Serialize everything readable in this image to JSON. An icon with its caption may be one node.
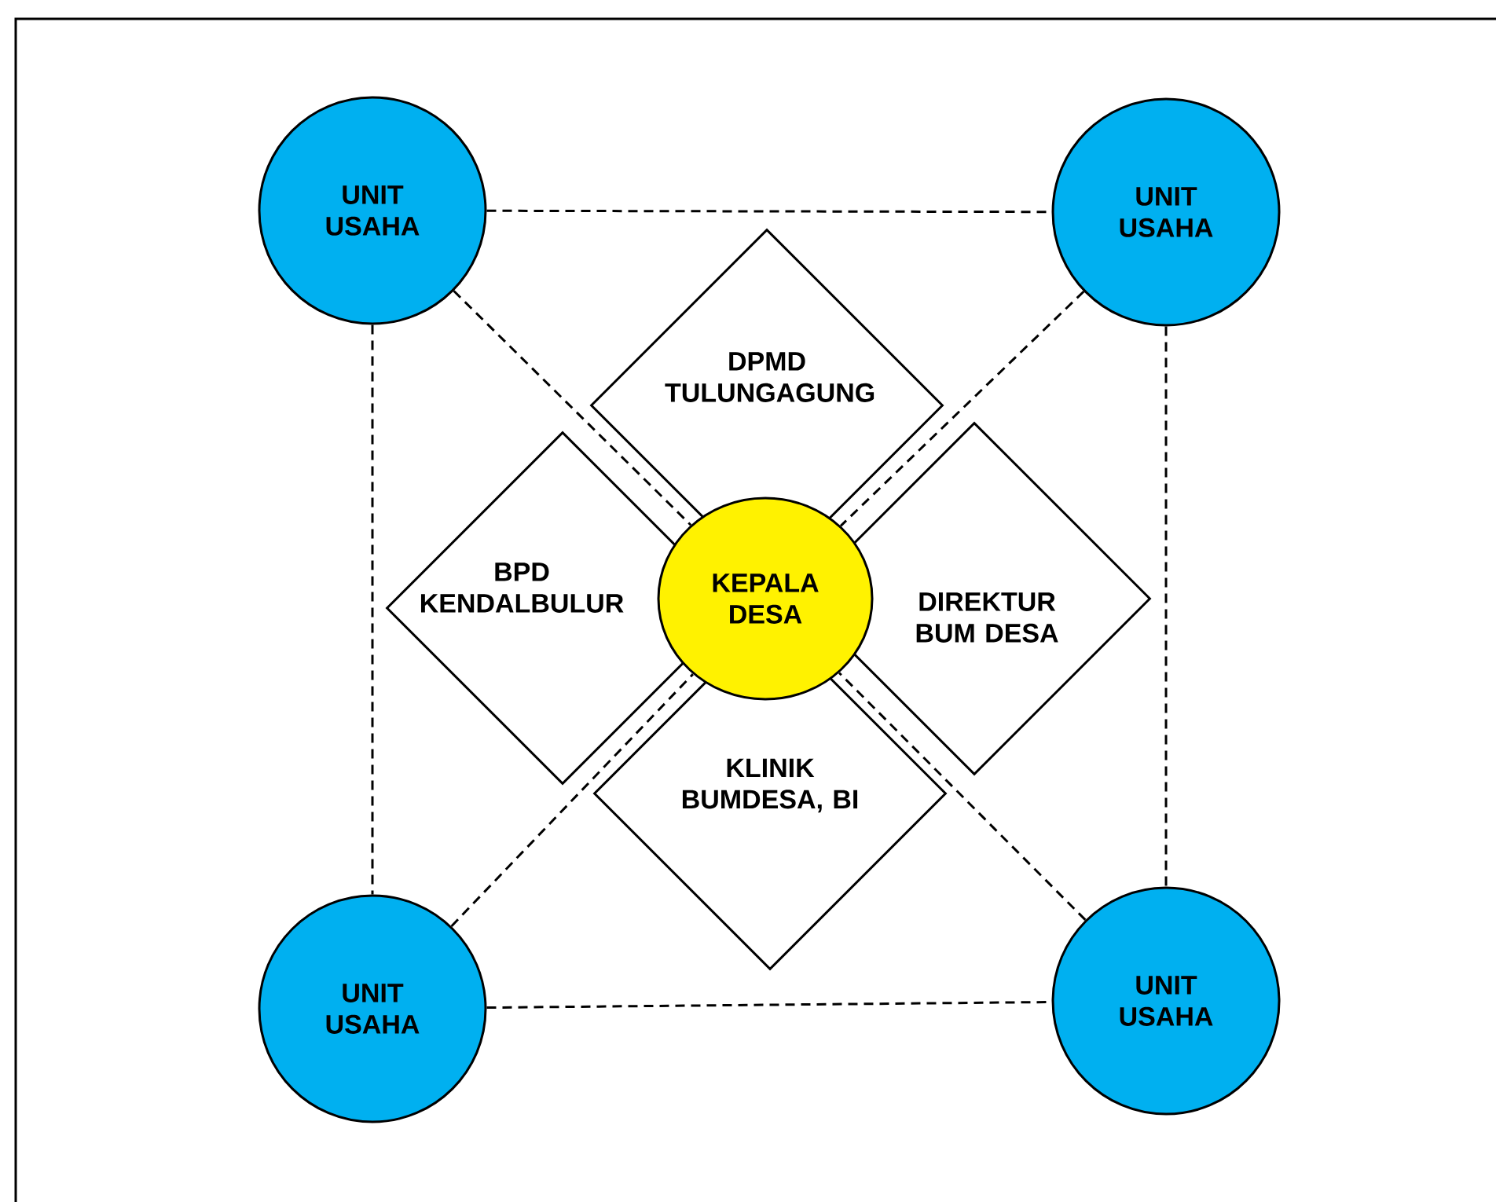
{
  "diagram": {
    "nodes": [
      {
        "text": [
          "UNIT USAHA"
        ]
      },
      {
        "text": [
          "UNIT USAHA"
        ]
      },
      {
        "text": [
          "DPMD TULUNGAGUNG"
        ]
      },
      {
        "text": [
          "BPD KENDALBULUR"
        ]
      },
      {
        "text": [
          "KEPALA DESA"
        ]
      },
      {
        "text": [
          "DIREKTUR BUM DESA"
        ]
      },
      {
        "text": [
          "KLINIK BUMDESA, BI"
        ]
      },
      {
        "text": [
          "UNIT USAHA"
        ]
      },
      {
        "text": [
          "UNIT USAHA"
        ]
      }
    ],
    "edges": [
      {
        "from": 0,
        "to": 1,
        "arrow": "none",
        "style": "dashed"
      },
      {
        "from": 0,
        "to": 7,
        "arrow": "none",
        "style": "dashed"
      },
      {
        "from": 1,
        "to": 8,
        "arrow": "none",
        "style": "dashed"
      },
      {
        "from": 7,
        "to": 8,
        "arrow": "none",
        "style": "dashed"
      },
      {
        "from": 0,
        "to": 4,
        "arrow": "none",
        "style": "dashed"
      },
      {
        "from": 1,
        "to": 4,
        "arrow": "none",
        "style": "dashed"
      },
      {
        "from": 7,
        "to": 4,
        "arrow": "none",
        "style": "dashed"
      },
      {
        "from": 8,
        "to": 4,
        "arrow": "none",
        "style": "dashed"
      }
    ]
  }
}
